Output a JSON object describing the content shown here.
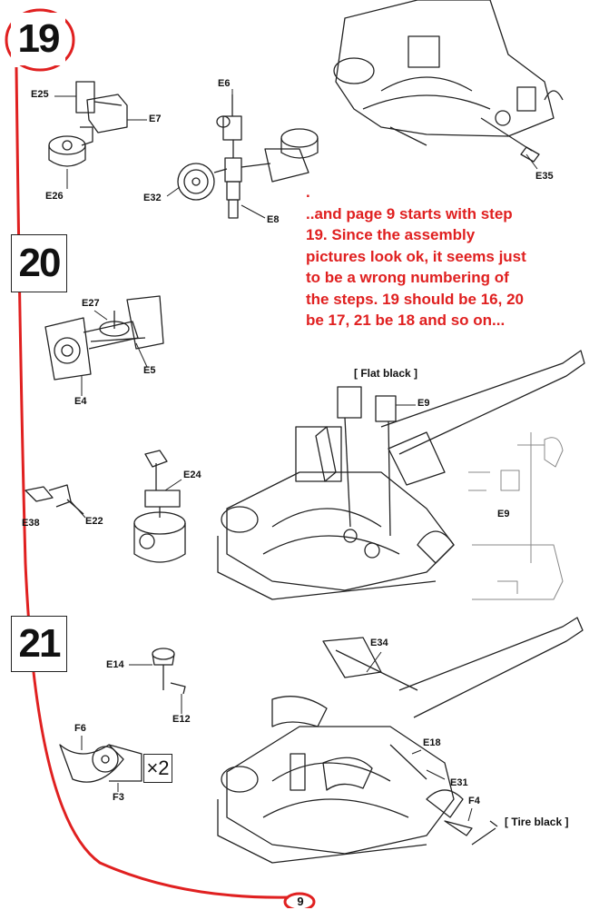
{
  "steps": {
    "s19": "19",
    "s20": "20",
    "s21": "21"
  },
  "labels": {
    "e25": "E25",
    "e7": "E7",
    "e26": "E26",
    "e6": "E6",
    "e32": "E32",
    "e8": "E8",
    "e35": "E35",
    "e27": "E27",
    "e5": "E5",
    "e4": "E4",
    "e9": "E9",
    "e9b": "E9",
    "e24": "E24",
    "e38": "E38",
    "e22": "E22",
    "e14": "E14",
    "e12": "E12",
    "e34": "E34",
    "e18": "E18",
    "e31": "E31",
    "f6": "F6",
    "f3": "F3",
    "f4": "F4"
  },
  "paint_notes": {
    "flat_black": "[ Flat  black ]",
    "tire_black": "[ Tire  black ]"
  },
  "multiplier": "×2",
  "page_number": "9",
  "annotation": {
    "lines": [
      ".",
      "..and page 9 starts with step",
      "19. Since the assembly",
      "pictures look ok, it seems just",
      "to be a wrong numbering of",
      "the steps. 19 should be 16, 20",
      "be 17, 21 be 18 and so on..."
    ],
    "color": "#e02020"
  }
}
